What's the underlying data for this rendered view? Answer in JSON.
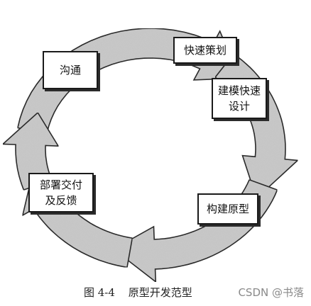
{
  "steps": {
    "communicate": [
      "沟通"
    ],
    "quick_plan": [
      "快速策划"
    ],
    "design": [
      "建模快速",
      "设计"
    ],
    "build": [
      "构建原型"
    ],
    "deploy": [
      "部署交付",
      "及反馈"
    ]
  },
  "caption": {
    "figure_number": "图 4-4",
    "title": "原型开发范型"
  },
  "watermark": "CSDN @书落",
  "colors": {
    "arrow_fill": "#c9c9c9",
    "arrow_stroke": "#2a2a2a",
    "box_border": "#1a1a1a",
    "background": "#ffffff"
  }
}
